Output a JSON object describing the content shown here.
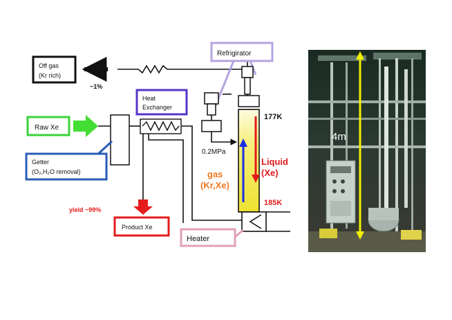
{
  "labels": {
    "off_gas_line1": "Off gas",
    "off_gas_line2": "(Kr rich)",
    "off_gas_fraction": "~1%",
    "refrigirator": "Refrigirator",
    "heat_exchanger_line1": "Heat",
    "heat_exchanger_line2": "Exchanger",
    "raw_xe": "Raw Xe",
    "getter_line1": "Getter",
    "getter_line2": "(O₂,H₂O removal)",
    "temp_top": "177K",
    "temp_bottom": "185K",
    "pressure": "0.2MPa",
    "liquid_line1": "Liquid",
    "liquid_line2": "(Xe)",
    "gas_line1": "gas",
    "gas_line2": "(Kr,Xe)",
    "yield": "yield ~99%",
    "product_xe": "Product Xe",
    "heater": "Heater",
    "photo_height": "4m"
  },
  "colors": {
    "off_gas_border": "#111111",
    "refrigirator_border": "#b4a4e0",
    "heat_exchanger_border": "#5535c8",
    "raw_xe_border": "#3bd23b",
    "raw_xe_arrow": "#44dd33",
    "getter_border": "#2a5cb8",
    "product_border": "#e51c1c",
    "heater_border": "#e0a0b8",
    "column_fill": "#f0ea3a",
    "liquid_arrow": "#e31a1a",
    "gas_arrow": "#1a2ee3",
    "gas_text": "#f07820",
    "liquid_text": "#e31a1a",
    "yield_text": "#e31a1a",
    "photo_arrow": "#f2f000"
  }
}
